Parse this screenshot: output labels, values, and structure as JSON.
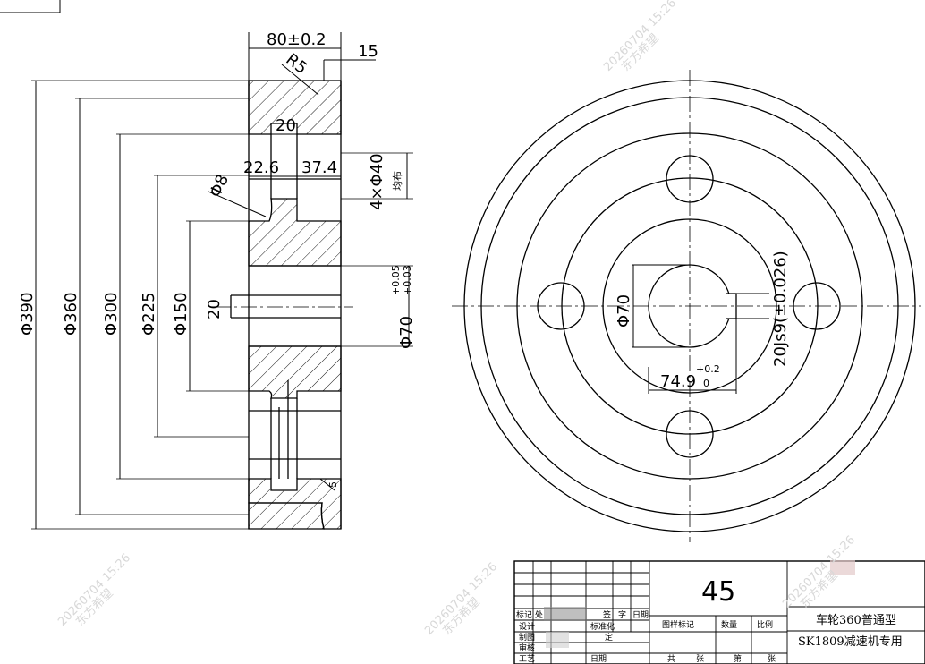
{
  "side_view": {
    "dims": {
      "width": "80±0.2",
      "rim": "15",
      "fillet": "R5",
      "web_gap": "20",
      "hole_left": "22.6",
      "hole_right": "37.4",
      "holes": "4×Φ40",
      "holes_note": "均布",
      "chamfer": "Φ8",
      "d390": "Φ390",
      "d360": "Φ360",
      "d300": "Φ300",
      "d225": "Φ225",
      "d150": "Φ150",
      "keyway_depth": "20",
      "bore": "Φ70",
      "bore_tol_upper": "+0.05",
      "bore_tol_lower": "+0.03",
      "small_dim": "5"
    }
  },
  "front_view": {
    "dims": {
      "bore": "Φ70",
      "keyway_width": "20Js9(±0.026)",
      "keyway_height": "74.9",
      "keyway_tol_upper": "+0.2",
      "keyway_tol_lower": "0"
    }
  },
  "title_block": {
    "material": "45",
    "part_name": "车轮360普通型",
    "subtitle": "SK1809减速机专用",
    "labels": {
      "mark": "标记",
      "region": "处",
      "sign": "签",
      "char": "字",
      "date": "日期",
      "design": "设计",
      "standardize": "标准化",
      "draw": "制图",
      "check": "审核",
      "process": "工艺",
      "approve": "定",
      "date2": "日期",
      "stage_mark": "图样标记",
      "weight": "数量",
      "scale": "比例",
      "total": "共",
      "sheets": "张",
      "sheet_no": "第",
      "sheets2": "张"
    }
  },
  "watermarks": [
    "20260704 15:26",
    "东方希望"
  ]
}
